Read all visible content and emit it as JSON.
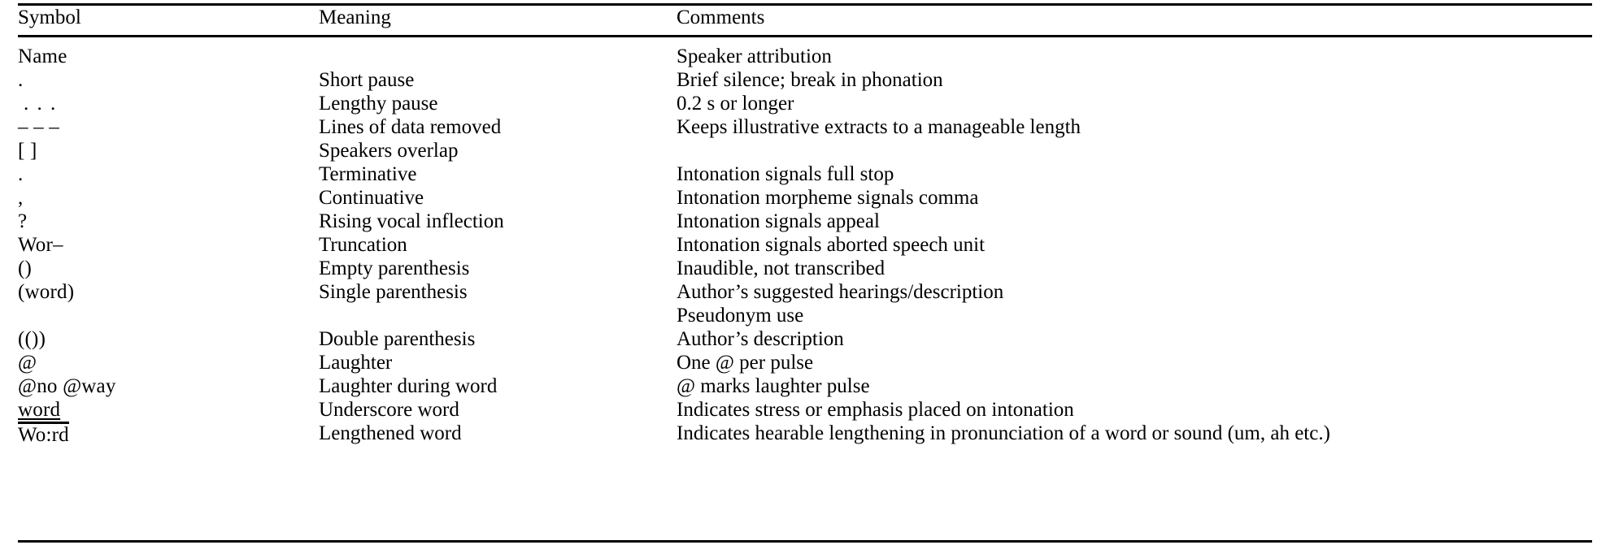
{
  "table": {
    "caption_present": false,
    "columns": [
      {
        "key": "symbol",
        "label": "Symbol"
      },
      {
        "key": "meaning",
        "label": "Meaning"
      },
      {
        "key": "comments",
        "label": "Comments"
      }
    ],
    "rows": [
      {
        "symbol": "Name",
        "meaning": "",
        "comments": "Speaker attribution"
      },
      {
        "symbol": ".",
        "meaning": "Short pause",
        "comments": "Brief silence; break in phonation"
      },
      {
        "symbol": ". . .",
        "meaning": "Lengthy pause",
        "comments": "0.2 s or longer"
      },
      {
        "symbol": "– – –",
        "meaning": "Lines of data removed",
        "comments": "Keeps illustrative extracts to a manageable length"
      },
      {
        "symbol": "[ ]",
        "meaning": "Speakers overlap",
        "comments": ""
      },
      {
        "symbol": ".",
        "meaning": "Terminative",
        "comments": "Intonation signals full stop"
      },
      {
        "symbol": ",",
        "meaning": "Continuative",
        "comments": "Intonation morpheme signals comma"
      },
      {
        "symbol": "?",
        "meaning": "Rising vocal inflection",
        "comments": "Intonation signals appeal"
      },
      {
        "symbol": "Wor–",
        "meaning": "Truncation",
        "comments": "Intonation signals aborted speech unit"
      },
      {
        "symbol": "()",
        "meaning": "Empty parenthesis",
        "comments": "Inaudible, not transcribed"
      },
      {
        "symbol": "(word)",
        "meaning": "Single parenthesis",
        "comments": "Author’s suggested hearings/description"
      },
      {
        "symbol": "",
        "meaning": "",
        "comments": "Pseudonym use"
      },
      {
        "symbol": "(())",
        "meaning": "Double parenthesis",
        "comments": "Author’s description"
      },
      {
        "symbol": "@",
        "meaning": "Laughter",
        "comments": "One @ per pulse"
      },
      {
        "symbol": "@no @way",
        "meaning": "Laughter during word",
        "comments": "@ marks laughter pulse"
      },
      {
        "symbol": "word",
        "meaning": "Underscore word",
        "comments": "Indicates stress or emphasis placed on intonation"
      },
      {
        "symbol": "Wo:rd",
        "meaning": "Lengthened word",
        "comments": "Indicates hearable lengthening in pronunciation of a word or sound (um, ah etc.)"
      }
    ]
  },
  "colors": {
    "text": "#000000",
    "background": "#ffffff",
    "rule": "#000000"
  }
}
